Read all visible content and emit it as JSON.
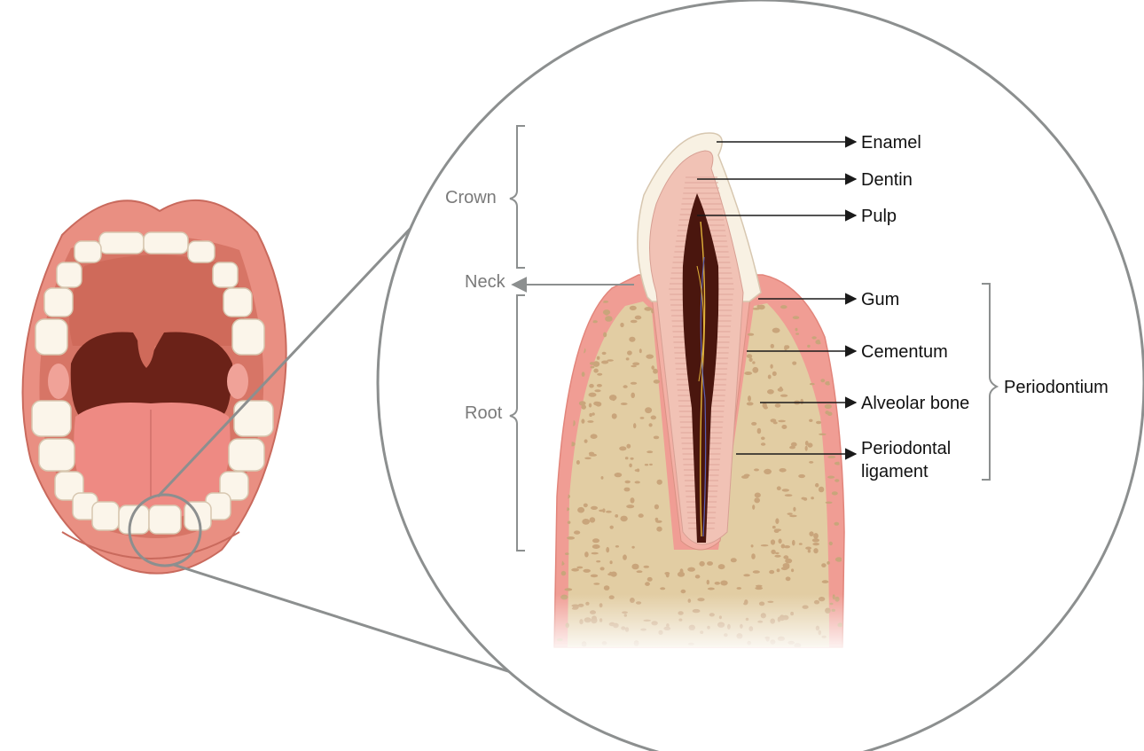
{
  "labels": {
    "enamel": "Enamel",
    "dentin": "Dentin",
    "pulp": "Pulp",
    "gum": "Gum",
    "cementum": "Cementum",
    "alveolar_bone": "Alveolar bone",
    "periodontal_ligament_line1": "Periodontal",
    "periodontal_ligament_line2": "ligament",
    "periodontium": "Periodontium",
    "crown": "Crown",
    "neck": "Neck",
    "root": "Root"
  },
  "colors": {
    "outline_grey": "#8c8f8f",
    "lip": "#e98f82",
    "mouth_dark": "#6b2218",
    "tongue": "#ee8a83",
    "palate": "#cf6a5a",
    "tooth": "#fbf5ea",
    "tooth_edge": "#d7c7b0",
    "enamel": "#f8f1e3",
    "dentin": "#f1c2b5",
    "pulp": "#4a160e",
    "gum": "#f09d94",
    "bone": "#e2cda3",
    "bone_dots": "#c9a57b"
  }
}
